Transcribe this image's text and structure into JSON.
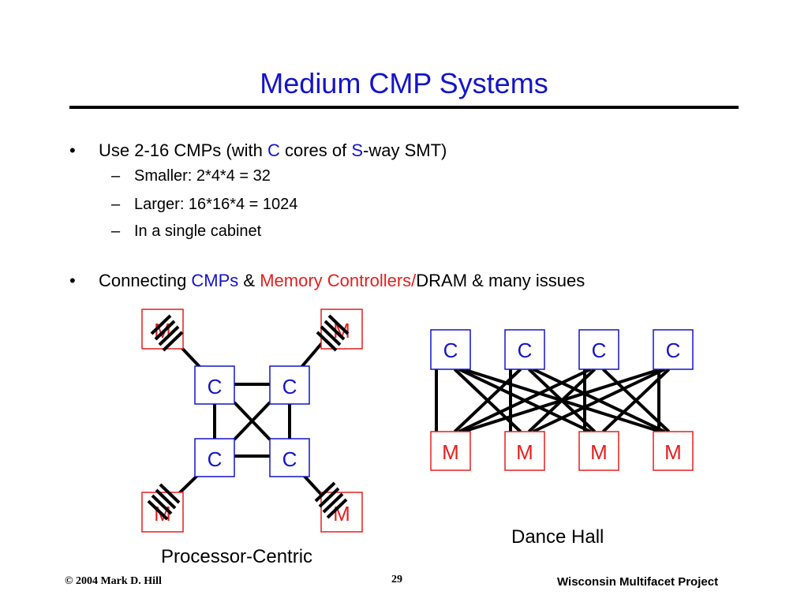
{
  "slide": {
    "title": "Medium CMP Systems",
    "bullet1": {
      "prefix": "Use 2-16 CMPs (with ",
      "c": "C",
      "mid": " cores of ",
      "s": "S",
      "suffix": "-way SMT)",
      "subs": [
        "Smaller: 2*4*4 = 32",
        "Larger: 16*16*4 = 1024",
        "In a single cabinet"
      ]
    },
    "bullet2": {
      "prefix": "Connecting ",
      "cmps": "CMPs",
      "amp": " & ",
      "mem": "Memory Controllers/",
      "suffix": "DRAM & many issues"
    }
  },
  "diagram": {
    "processor_centric": {
      "label": "Processor-Centric",
      "core_label": "C",
      "mem_label": "M"
    },
    "dance_hall": {
      "label": "Dance Hall",
      "core_label": "C",
      "mem_label": "M"
    }
  },
  "footer": {
    "copyright": "© 2004 Mark D. Hill",
    "page": "29",
    "project": "Wisconsin Multifacet Project"
  },
  "colors": {
    "title": "#1414c8",
    "core": "#1414c8",
    "memory": "#e61e1e"
  }
}
